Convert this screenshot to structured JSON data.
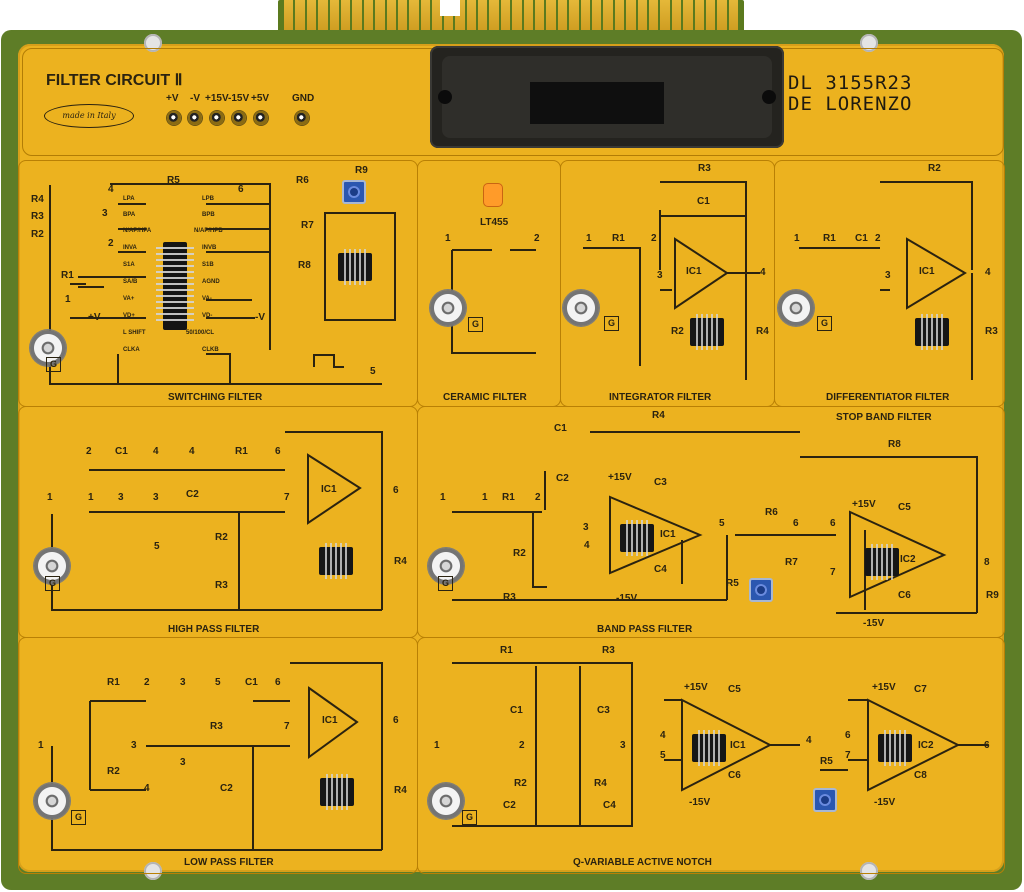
{
  "header": {
    "title": "FILTER CIRCUIT Ⅱ",
    "made_in": "made in Italy",
    "model_code": "DL 3155R23",
    "brand": "DE LORENZO",
    "power_labels": [
      "+V",
      "-V",
      "+15V",
      "-15V",
      "+5V"
    ],
    "ground_label": "GND"
  },
  "sections": {
    "switching_filter": {
      "title": "SWITCHING FILTER",
      "labels": [
        "R4",
        "R3",
        "R2",
        "R1",
        "R5",
        "R6",
        "R7",
        "R8",
        "R9",
        "LPA",
        "BPA",
        "N/AP/HPA",
        "INVA",
        "S1A",
        "SA/B",
        "VA+",
        "VD+",
        "L SHIFT",
        "CLKA",
        "LPB",
        "BPB",
        "N/AP/HPB",
        "INVB",
        "S1B",
        "AGND",
        "VA-",
        "VD-",
        "50/100/CL",
        "CLKB",
        "+V",
        "-V",
        "1",
        "2",
        "3",
        "4",
        "5",
        "6"
      ]
    },
    "ceramic_filter": {
      "title": "CERAMIC FILTER",
      "labels": [
        "1",
        "2",
        "LT455",
        "G"
      ]
    },
    "integrator_filter": {
      "title": "INTEGRATOR FILTER",
      "labels": [
        "1",
        "2",
        "3",
        "4",
        "R1",
        "R2",
        "R3",
        "R4",
        "C1",
        "IC1"
      ]
    },
    "differentiator_filter": {
      "title": "DIFFERENTIATOR FILTER",
      "labels": [
        "1",
        "2",
        "3",
        "4",
        "R1",
        "R2",
        "R3",
        "C1",
        "IC1"
      ]
    },
    "high_pass_filter": {
      "title": "HIGH PASS FILTER",
      "labels": [
        "1",
        "1",
        "2",
        "3",
        "3",
        "4",
        "4",
        "5",
        "6",
        "6",
        "7",
        "C1",
        "C2",
        "R1",
        "R2",
        "R3",
        "R4",
        "IC1",
        "G"
      ]
    },
    "stop_band_filter": {
      "title": "STOP BAND FILTER"
    },
    "band_pass_filter": {
      "title": "BAND PASS FILTER",
      "labels": [
        "1",
        "1",
        "2",
        "3",
        "4",
        "5",
        "6",
        "6",
        "7",
        "8",
        "R1",
        "R2",
        "R3",
        "R4",
        "R5",
        "R6",
        "R7",
        "R8",
        "R9",
        "C1",
        "C2",
        "C3",
        "C4",
        "C5",
        "C6",
        "IC1",
        "IC2",
        "+15V",
        "-15V",
        "+15V",
        "-15V"
      ]
    },
    "low_pass_filter": {
      "title": "LOW PASS FILTER",
      "labels": [
        "1",
        "2",
        "3",
        "3",
        "3",
        "4",
        "5",
        "6",
        "6",
        "7",
        "C1",
        "C2",
        "R1",
        "R2",
        "R3",
        "R4",
        "IC1",
        "G"
      ]
    },
    "q_variable_active_notch": {
      "title": "Q-VARIABLE ACTIVE NOTCH",
      "labels": [
        "1",
        "2",
        "3",
        "4",
        "4",
        "5",
        "6",
        "6",
        "7",
        "R1",
        "R2",
        "R3",
        "R4",
        "R5",
        "C1",
        "C2",
        "C3",
        "C4",
        "C5",
        "C6",
        "C7",
        "C8",
        "IC1",
        "IC2",
        "+15V",
        "-15V",
        "+15V",
        "-15V"
      ]
    }
  },
  "colors": {
    "panel": "#ecb21f",
    "board_edge": "#5e7d27",
    "trace": "#2b2310",
    "trimmer_blue": "#2b57b0",
    "ceramic_orange": "#ff9b29"
  }
}
